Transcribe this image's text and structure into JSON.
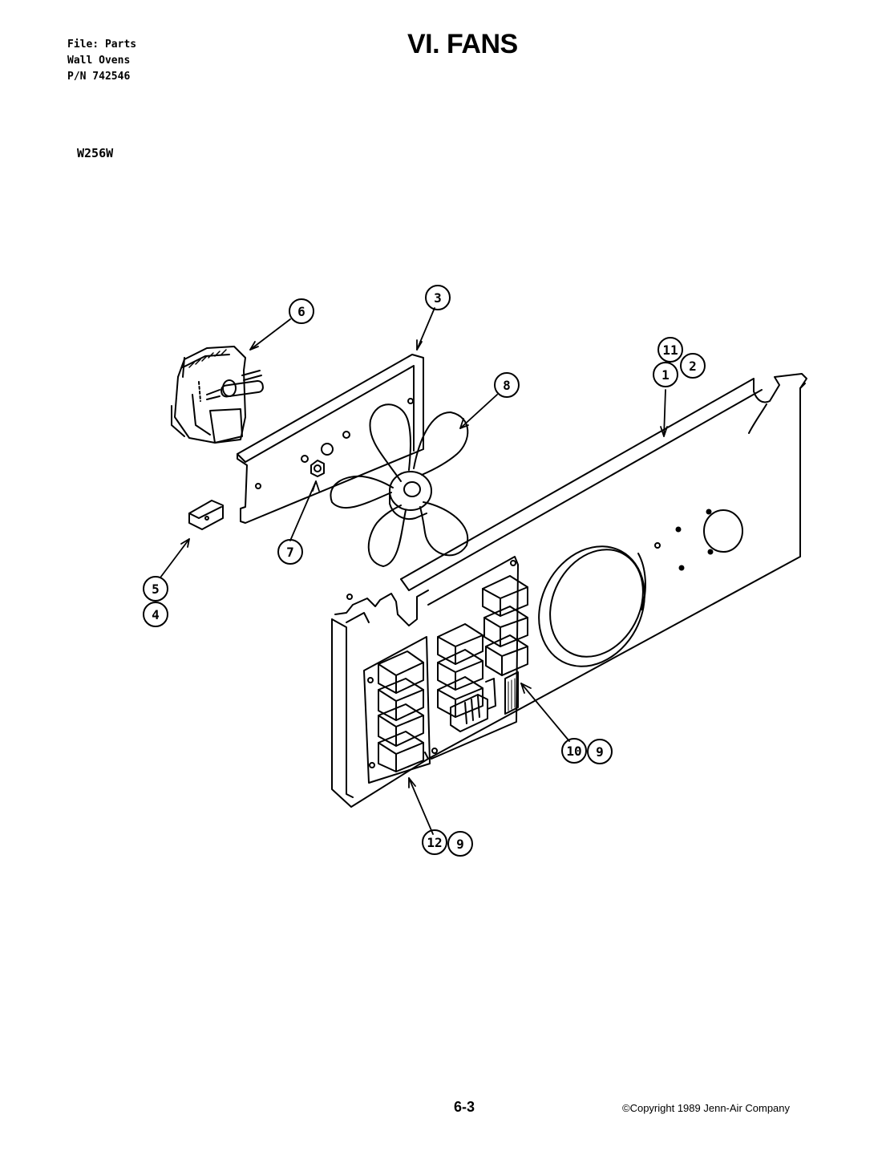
{
  "header": {
    "file_line": "File: Parts",
    "category_line": "Wall Ovens",
    "pn_line": "P/N 742546",
    "title": "VI. FANS",
    "model": "W256W"
  },
  "callouts": {
    "c1": "1",
    "c2": "2",
    "c3": "3",
    "c4": "4",
    "c5": "5",
    "c6": "6",
    "c7": "7",
    "c8": "8",
    "c9a": "9",
    "c9b": "9",
    "c10": "10",
    "c11": "11",
    "c12": "12"
  },
  "footer": {
    "page_number": "6-3",
    "copyright": "©Copyright 1989 Jenn-Air Company"
  }
}
